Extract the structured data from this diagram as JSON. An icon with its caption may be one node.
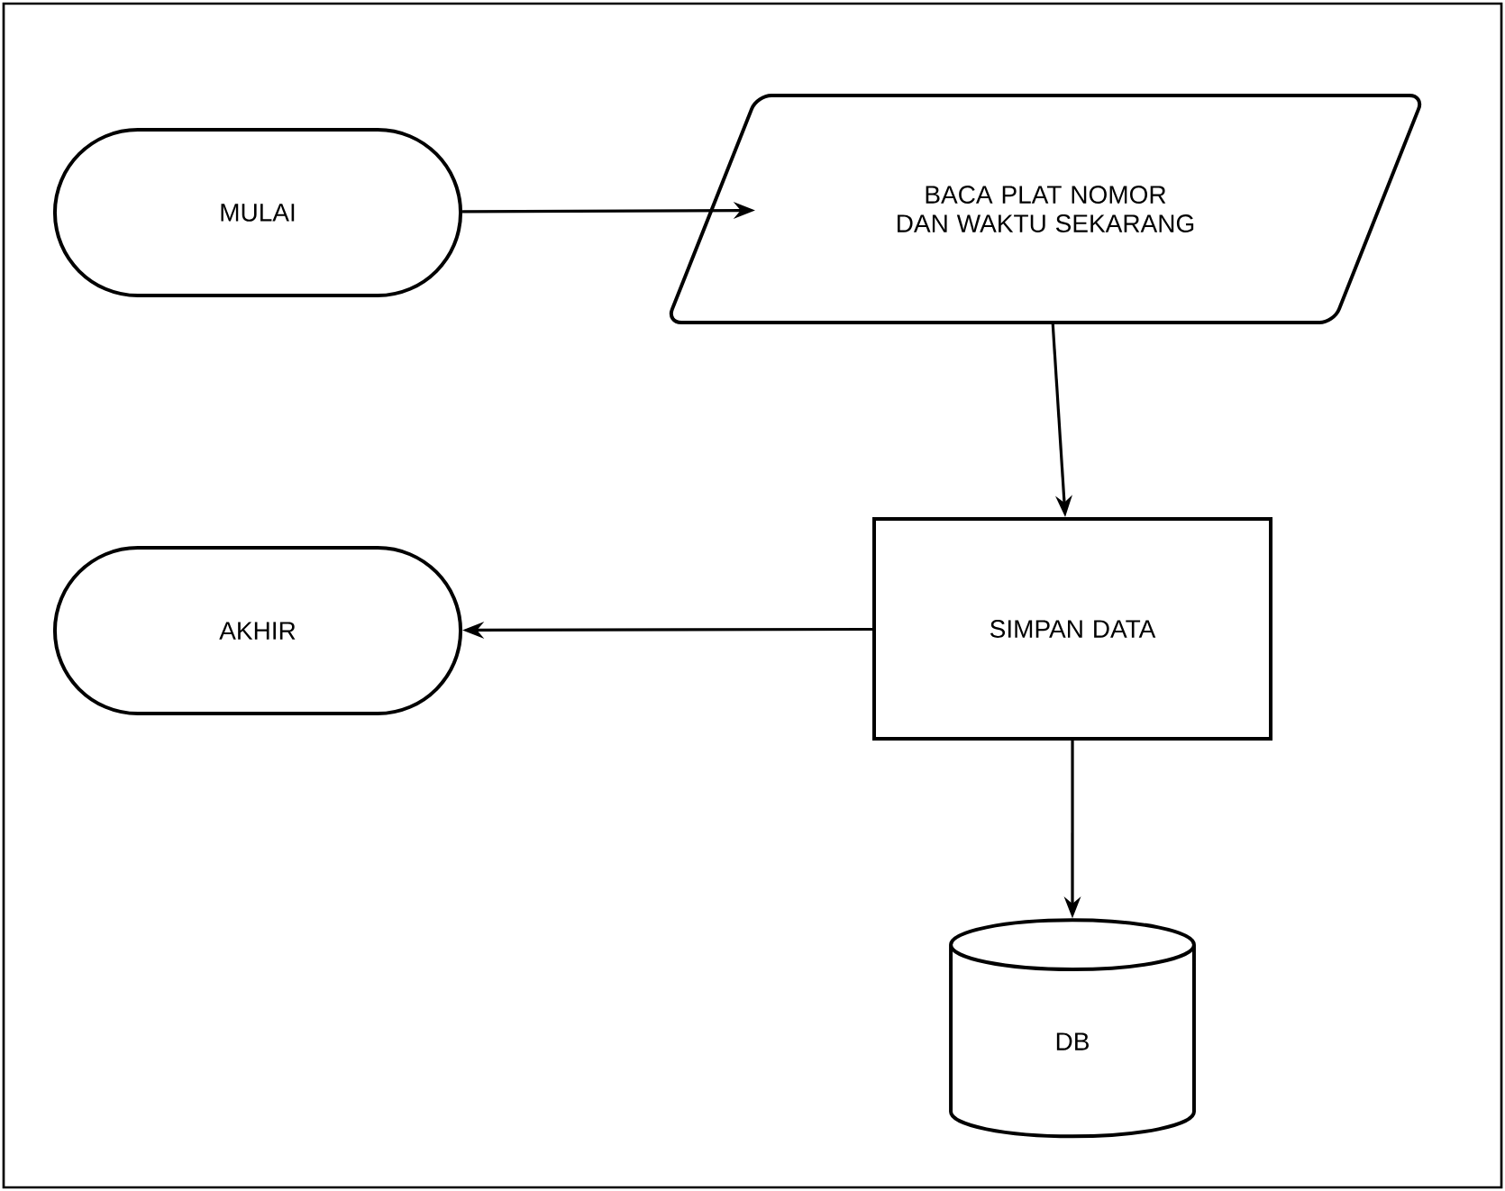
{
  "diagram": {
    "nodes": [
      {
        "text": [
          "MULAI"
        ]
      },
      {
        "text": [
          "BACA PLAT NOMOR DAN WAKTU SEKARANG"
        ]
      },
      {
        "text": [
          "SIMPAN DATA"
        ]
      },
      {
        "text": [
          "AKHIR"
        ]
      },
      {
        "text": [
          "DB"
        ]
      }
    ],
    "edges": [
      {
        "from": 0,
        "to": 1,
        "arrow": "to"
      },
      {
        "from": 1,
        "to": 2,
        "arrow": "to"
      },
      {
        "from": 2,
        "to": 3,
        "arrow": "to"
      },
      {
        "from": 2,
        "to": 4,
        "arrow": "to"
      }
    ]
  }
}
